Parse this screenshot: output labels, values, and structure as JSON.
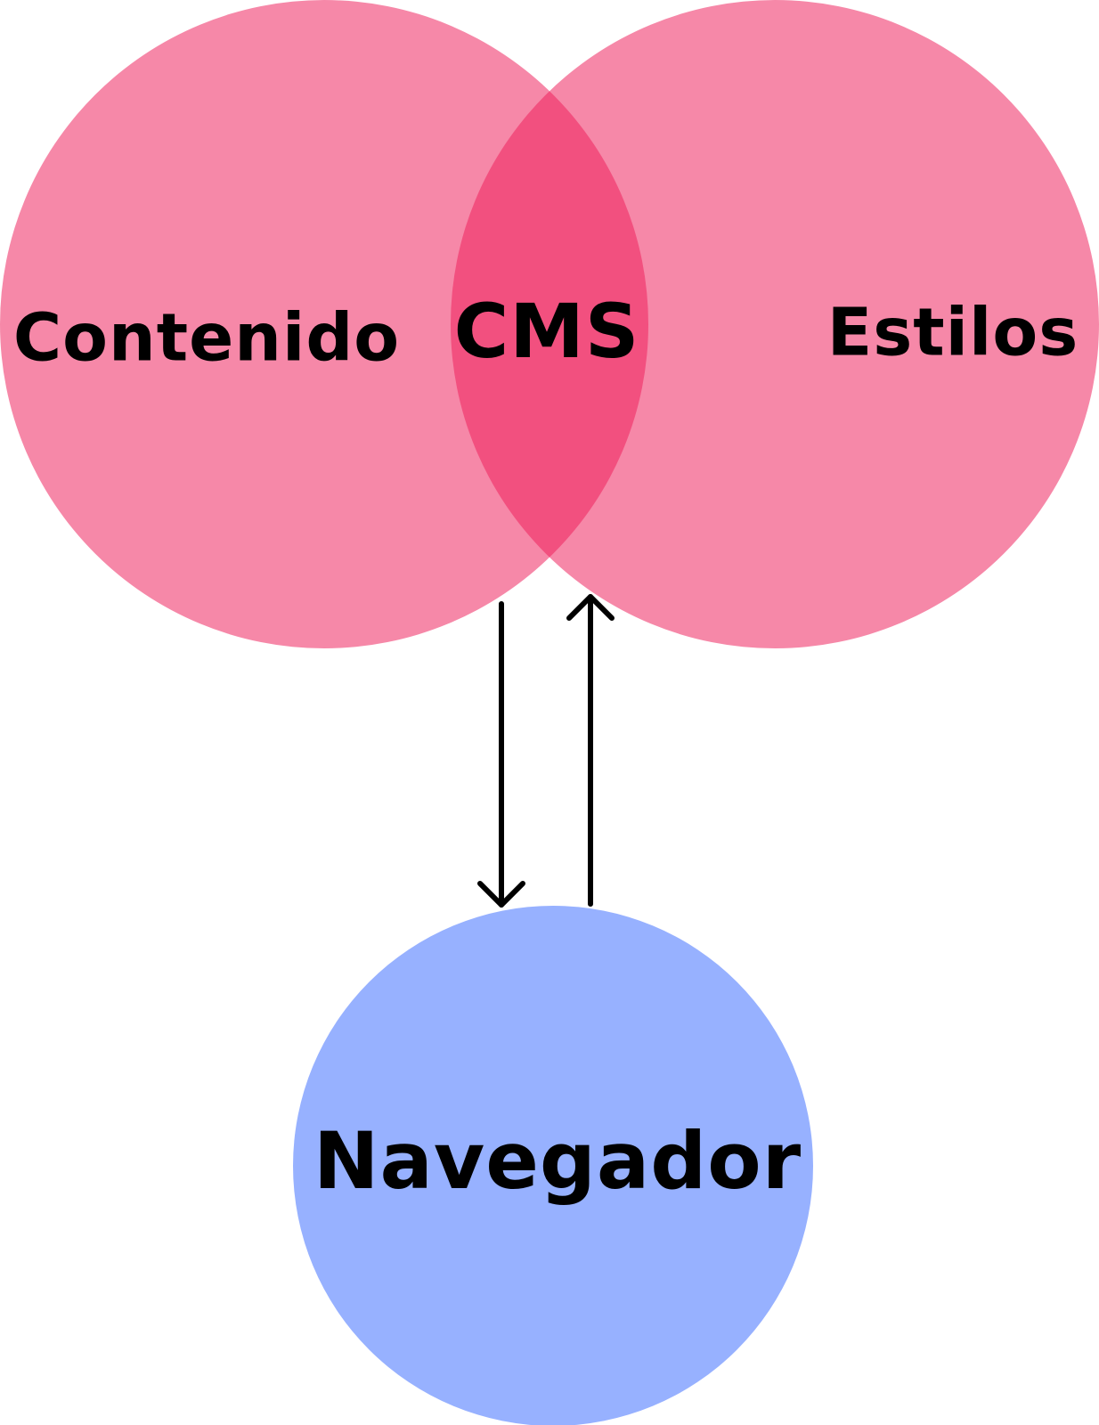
{
  "diagram": {
    "left_circle": {
      "label": "Contenido",
      "fill": "#F688A8"
    },
    "right_circle": {
      "label": "Estilos",
      "fill": "#F688A8"
    },
    "intersection": {
      "label": "CMS",
      "fill": "#F2507F"
    },
    "bottom_circle": {
      "label": "Navegador",
      "fill": "#97B1FF"
    },
    "arrows": [
      {
        "from": "CMS",
        "to": "Navegador",
        "icon": "arrow-down-icon"
      },
      {
        "from": "Navegador",
        "to": "CMS",
        "icon": "arrow-up-icon"
      }
    ]
  }
}
